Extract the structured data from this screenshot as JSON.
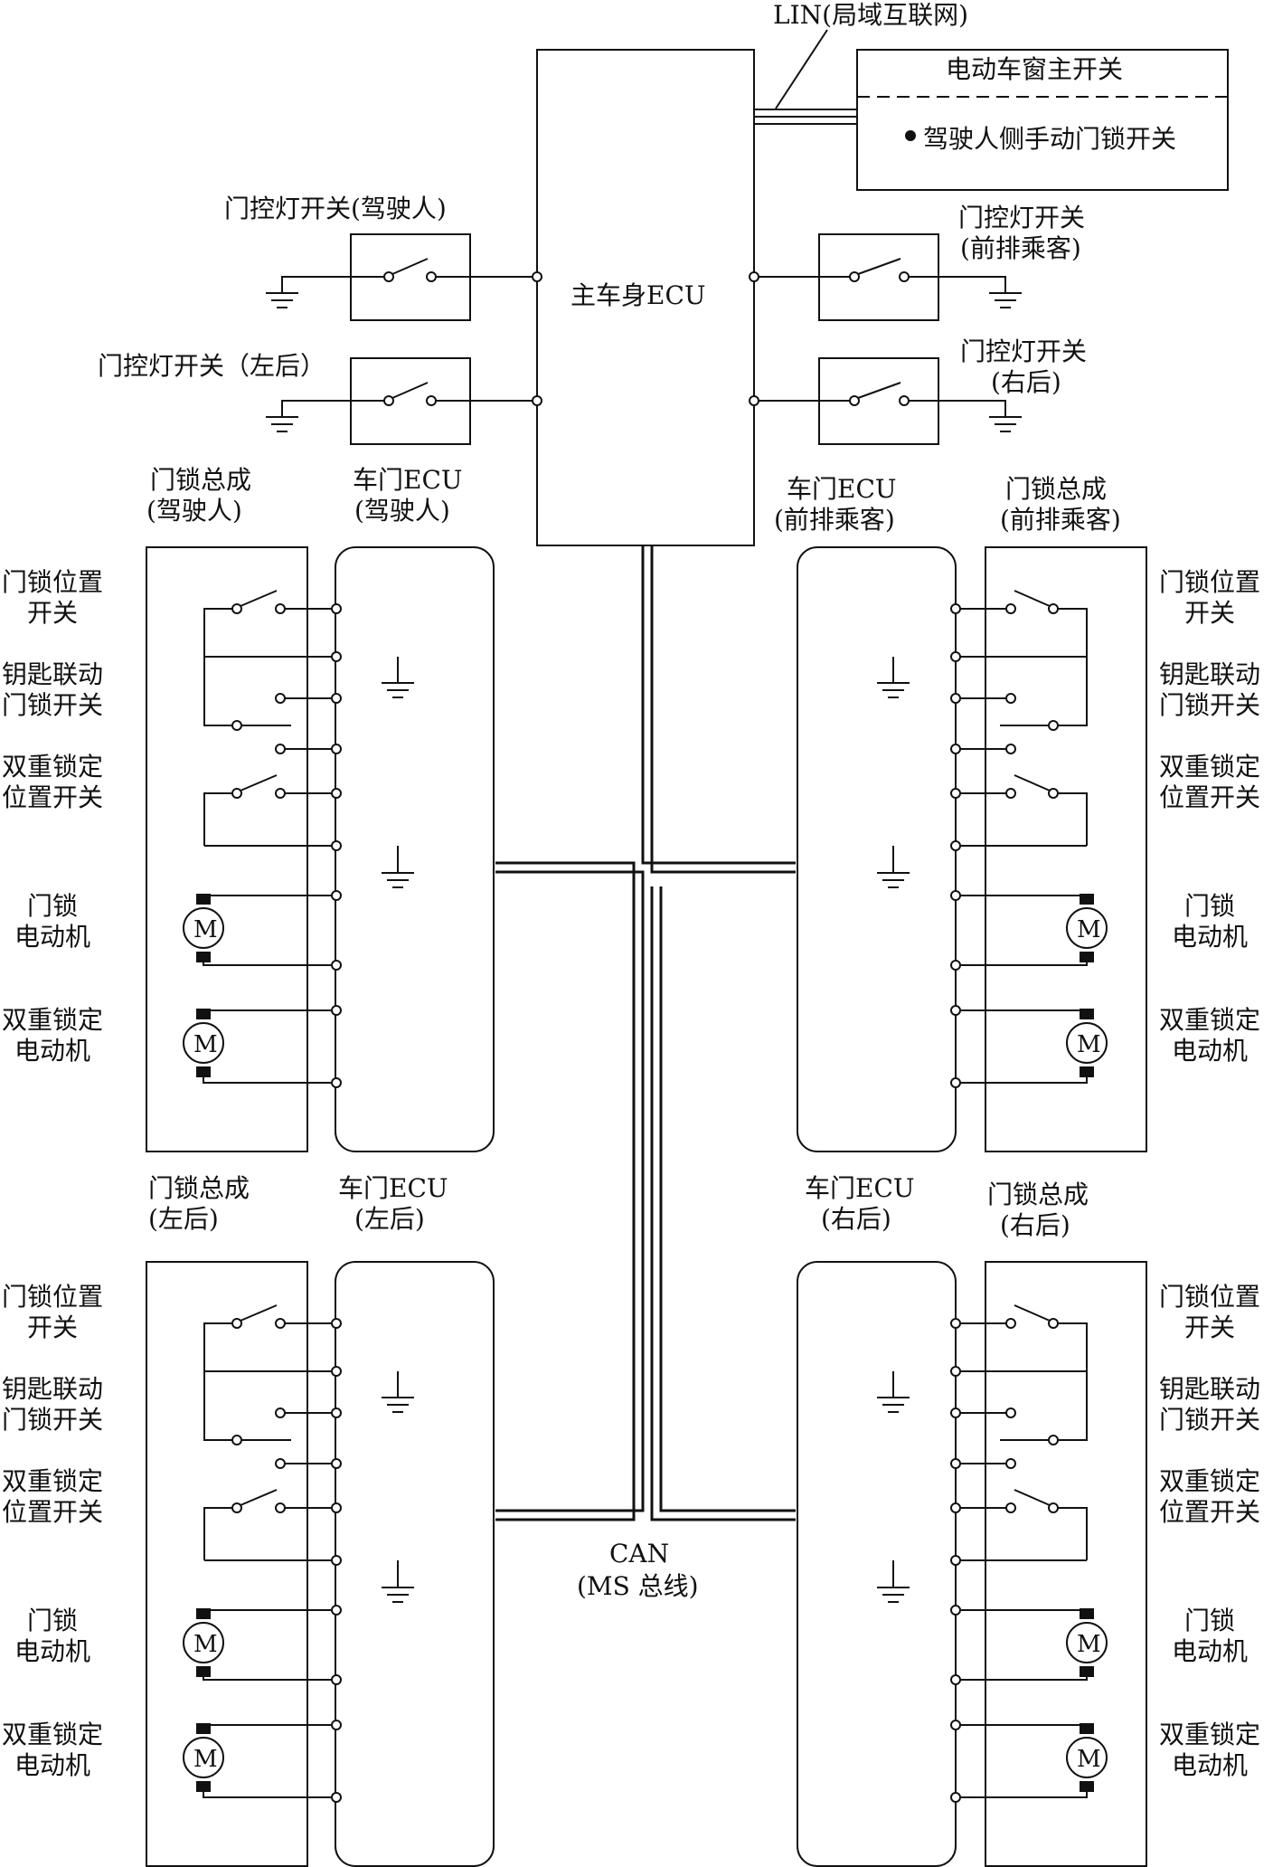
{
  "lin_bus_label": "LIN(局域互联网)",
  "can_bus_label": [
    "CAN",
    "(MS 总线)"
  ],
  "main_body_ecu": "主车身ECU",
  "master_switch": {
    "title": "电动车窗主开关",
    "item": "驾驶人侧手动门锁开关"
  },
  "courtesy_switches": {
    "driver": [
      "门控灯开关(驾驶人)"
    ],
    "rear_left": [
      "门控灯开关（左后）"
    ],
    "front_passenger": [
      "门控灯开关",
      "(前排乘客)"
    ],
    "rear_right": [
      "门控灯开关",
      "(右后)"
    ]
  },
  "doors": [
    {
      "id": "driver",
      "lock_label": [
        "门锁总成",
        "(驾驶人)"
      ],
      "ecu_label": [
        "车门ECU",
        "(驾驶人)"
      ]
    },
    {
      "id": "front_passenger",
      "lock_label": [
        "门锁总成",
        "(前排乘客)"
      ],
      "ecu_label": [
        "车门ECU",
        "(前排乘客)"
      ]
    },
    {
      "id": "rear_left",
      "lock_label": [
        "门锁总成",
        "(左后)"
      ],
      "ecu_label": [
        "车门ECU",
        "(左后)"
      ]
    },
    {
      "id": "rear_right",
      "lock_label": [
        "门锁总成",
        "(右后)"
      ],
      "ecu_label": [
        "车门ECU",
        "(右后)"
      ]
    }
  ],
  "component_labels": {
    "lock_position_switch": [
      "门锁位置",
      "开关"
    ],
    "key_linked_switch": [
      "钥匙联动",
      "门锁开关"
    ],
    "double_lock_position_switch": [
      "双重锁定",
      "位置开关"
    ],
    "door_lock_motor": [
      "门锁",
      "电动机"
    ],
    "double_lock_motor": [
      "双重锁定",
      "电动机"
    ]
  },
  "motor_symbol": "M"
}
